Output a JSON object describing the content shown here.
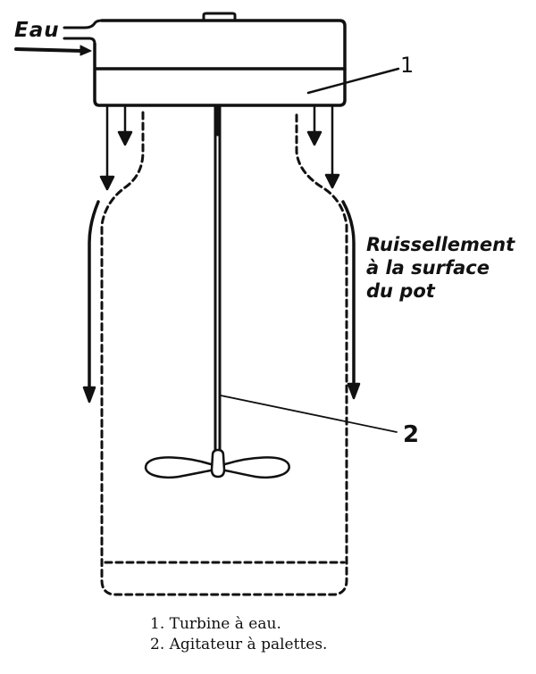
{
  "figure": {
    "inlet_label": "Eau",
    "callouts": [
      {
        "number": "1",
        "target": "turbine"
      },
      {
        "number": "2",
        "target": "agitator-shaft"
      }
    ],
    "annotation": {
      "lines": [
        "Ruissellement",
        "à la surface",
        "du pot"
      ]
    },
    "legend": [
      {
        "text": "1.  Turbine à eau."
      },
      {
        "text": "2.  Agitateur à palettes."
      }
    ]
  },
  "colors": {
    "ink": "#111111",
    "background": "#ffffff"
  }
}
